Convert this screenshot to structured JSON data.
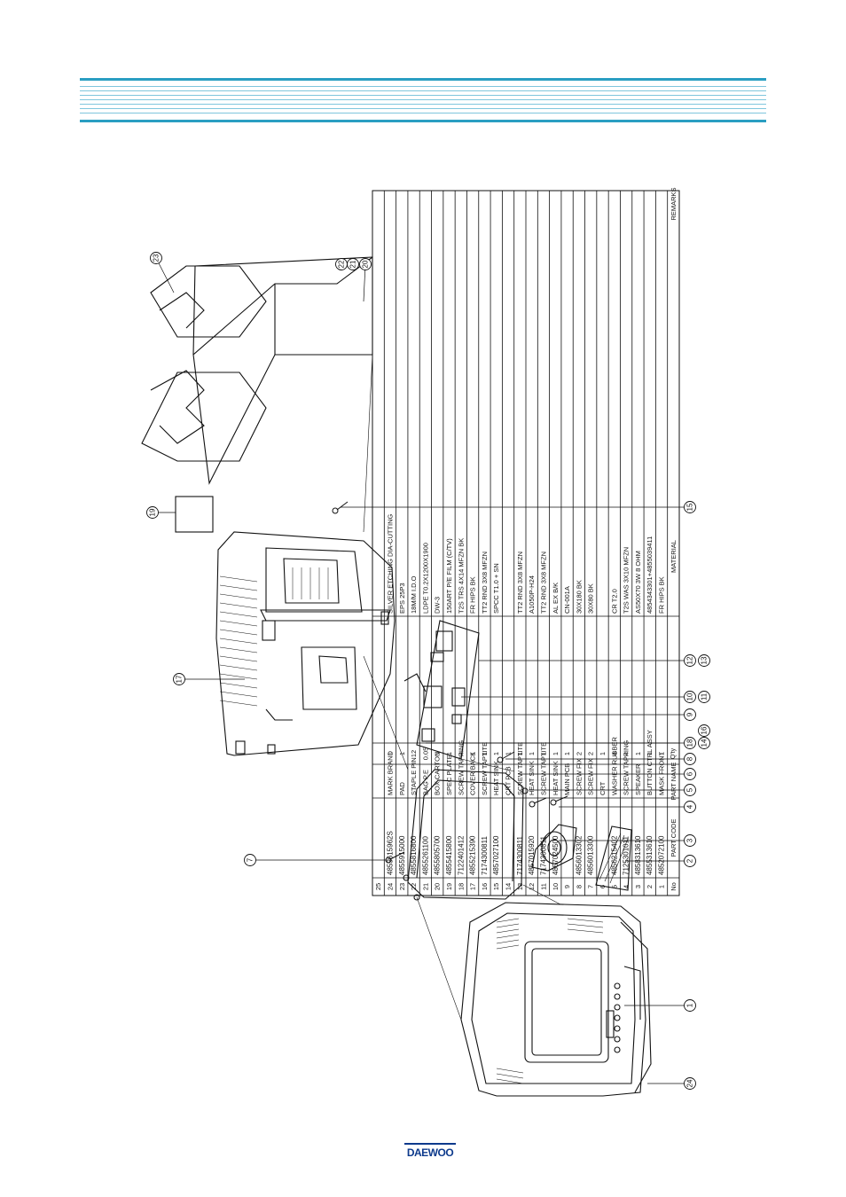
{
  "brand": {
    "logo_text": "DAEWOO"
  },
  "parts_table": {
    "headers": {
      "no": "No",
      "code": "PART CODE",
      "name": "PART NAME",
      "qty": "Q'ty",
      "material": "MATERIAL",
      "remarks": "REMARKS"
    },
    "rows": [
      {
        "no": "25",
        "code": "",
        "name": "",
        "qty": "",
        "material": ""
      },
      {
        "no": "24",
        "code": "4855615962S",
        "name": "MARK BRAND",
        "qty": "1",
        "material": "SILVER ETCHING DIA-CUTTING"
      },
      {
        "no": "23",
        "code": "4855915000",
        "name": "PAD",
        "qty": "1",
        "material": "EPS 25P3"
      },
      {
        "no": "22",
        "code": "4855816800",
        "name": "STAPLE PIN",
        "qty": "12",
        "material": "18M/M I.D.O"
      },
      {
        "no": "21",
        "code": "4855261100",
        "name": "BAG P.E",
        "qty": "0.05",
        "material": "LDPE T0.2X1200X1900"
      },
      {
        "no": "20",
        "code": "4855805700",
        "name": "BOX CARTON",
        "qty": "1",
        "material": "DW-3"
      },
      {
        "no": "19",
        "code": "4855415800",
        "name": "SPEC PLATE",
        "qty": "1",
        "material": "150ART P/E FILM (C/TV)"
      },
      {
        "no": "18",
        "code": "7122401412",
        "name": "SCREW TAPPING",
        "qty": "4",
        "material": "T2S TRS 4X14 MFZN BK"
      },
      {
        "no": "17",
        "code": "4855215390",
        "name": "COVER BACK",
        "qty": "1",
        "material": "FR HIPS BK"
      },
      {
        "no": "16",
        "code": "7174300811",
        "name": "SCREW TAPTITE",
        "qty": "1",
        "material": "TT2 RND 3X8 MFZN"
      },
      {
        "no": "15",
        "code": "4857027100",
        "name": "HEAT SINK",
        "qty": "1",
        "material": "SPCC T1.0 + SN"
      },
      {
        "no": "14",
        "code": "",
        "name": "CRT PCB",
        "qty": "1",
        "material": ""
      },
      {
        "no": "13",
        "code": "7174300811",
        "name": "SCREW TAPTITE",
        "qty": "1",
        "material": "TT2 RND 3X8 MFZN"
      },
      {
        "no": "12",
        "code": "4857015920",
        "name": "HEAT SINK",
        "qty": "1",
        "material": "A1050P-H24"
      },
      {
        "no": "11",
        "code": "7174300811",
        "name": "SCREW TAPTITE",
        "qty": "1",
        "material": "TT2 RND 3X8 MFZN"
      },
      {
        "no": "10",
        "code": "4857024500",
        "name": "HEAT SINK",
        "qty": "1",
        "material": "AL EX B/K"
      },
      {
        "no": "9",
        "code": "",
        "name": "MAIN PCB",
        "qty": "1",
        "material": "CN-001A"
      },
      {
        "no": "8",
        "code": "4856013302",
        "name": "SCREW FIX",
        "qty": "2",
        "material": "30X180 BK"
      },
      {
        "no": "7",
        "code": "4856013300",
        "name": "SCREW FIX",
        "qty": "2",
        "material": "30X80 BK"
      },
      {
        "no": "6",
        "code": "",
        "name": "CRT",
        "qty": "1",
        "material": ""
      },
      {
        "no": "5",
        "code": "4856215402",
        "name": "WASHER RUBBER",
        "qty": "4",
        "material": "CR T2.0"
      },
      {
        "no": "4",
        "code": "7125301011",
        "name": "SCREW TAPPING",
        "qty": "4",
        "material": "T2S WAS 3X10 MFZN"
      },
      {
        "no": "3",
        "code": "4858313610",
        "name": "SPEAKER",
        "qty": "1",
        "material": "AS50X70 3W 8 OHM"
      },
      {
        "no": "2",
        "code": "4855313610",
        "name": "BUTTON CTRL ASSY",
        "qty": "1",
        "material": "4854343301+4855039411"
      },
      {
        "no": "1",
        "code": "4852072100",
        "name": "MASK FRONT",
        "qty": "1",
        "material": "FR HIPS BK"
      }
    ]
  },
  "callouts": [
    "1",
    "2",
    "3",
    "4",
    "5",
    "6",
    "7",
    "8",
    "9",
    "10",
    "11",
    "12",
    "13",
    "14",
    "15",
    "16",
    "17",
    "18",
    "19",
    "20",
    "21",
    "22",
    "23",
    "24"
  ]
}
